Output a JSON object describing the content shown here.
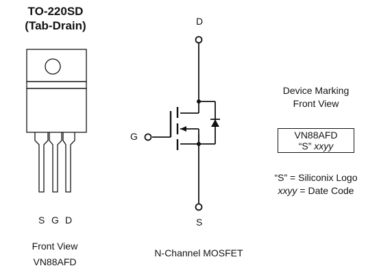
{
  "package": {
    "title_line1": "TO-220SD",
    "title_line2": "(Tab-Drain)",
    "pins": [
      "S",
      "G",
      "D"
    ],
    "view_label": "Front View",
    "part_label": "VN88AFD"
  },
  "schematic": {
    "label_d": "D",
    "label_g": "G",
    "label_s": "S",
    "caption": "N-Channel MOSFET"
  },
  "marking": {
    "title_line1": "Device Marking",
    "title_line2": "Front View",
    "box_line1": "VN88AFD",
    "box_line2_prefix": "“S” ",
    "box_line2_code": "xxyy",
    "legend_logo": "“S” = Siliconix Logo",
    "legend_date_code": "xxyy",
    "legend_date_text": " = Date Code"
  }
}
